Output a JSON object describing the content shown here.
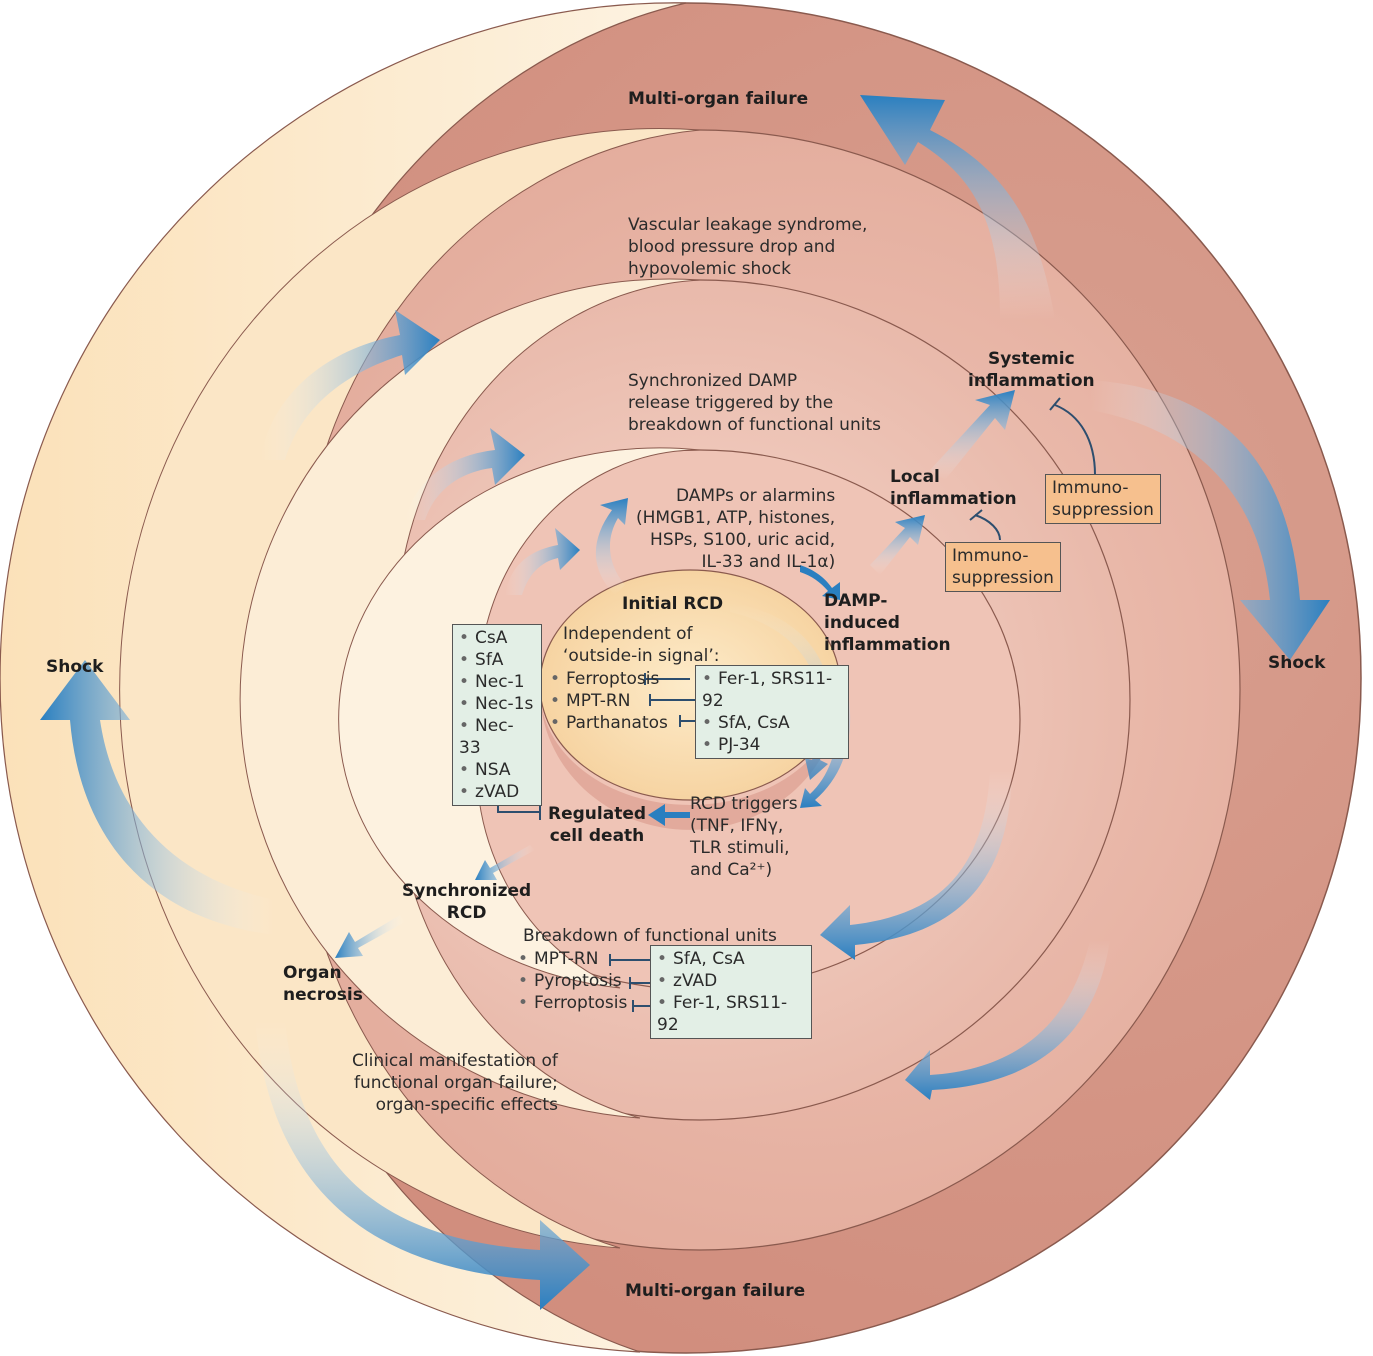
{
  "colors": {
    "outer_salmon": "#d99a8a",
    "mid_salmon": "#e8b2a3",
    "cream": "#fbe3bf",
    "arrow_blue": "#2f80c0",
    "drug_box": "#e3efe6",
    "immuno_box": "#f6c08e"
  },
  "labels": {
    "multi_organ_top": "Multi-organ failure",
    "multi_organ_bottom": "Multi-organ failure",
    "shock_left": "Shock",
    "shock_right": "Shock",
    "vascular": "Vascular leakage syndrome,\nblood pressure drop and\nhypovolemic shock",
    "synchronized_damp": "Synchronized DAMP\nrelease triggered by the\nbreakdown of functional units",
    "systemic_inflammation": "Systemic\ninflammation",
    "local_inflammation": "Local\ninflammation",
    "damps": "DAMPs or alarmins\n(HMGB1, ATP, histones,\nHSPs, S100, uric acid,\nIL-33 and IL-1α)",
    "initial_rcd": "Initial RCD",
    "independent": "Independent of\n‘outside-in signal’:",
    "damp_induced": "DAMP-\ninduced\ninflammation",
    "rcd_triggers": "RCD triggers\n(TNF, IFNγ,\nTLR stimuli,\nand Ca²⁺)",
    "regulated_cell_death": "Regulated\ncell death",
    "synchronized_rcd": "Synchronized\nRCD",
    "organ_necrosis": "Organ\nnecrosis",
    "breakdown": "Breakdown of functional units",
    "clinical": "Clinical manifestation of\nfunctional organ failure;\norgan-specific effects",
    "immuno_1": "Immuno-\nsuppression",
    "immuno_2": "Immuno-\nsuppression"
  },
  "inhibitor_list": [
    "CsA",
    "SfA",
    "Nec-1",
    "Nec-1s",
    "Nec-33",
    "NSA",
    "zVAD"
  ],
  "independent_processes": [
    "Ferroptosis",
    "MPT-RN",
    "Parthanatos"
  ],
  "independent_inhibitors": [
    "Fer-1, SRS11-92",
    "SfA, CsA",
    "PJ-34"
  ],
  "breakdown_processes": [
    "MPT-RN",
    "Pyroptosis",
    "Ferroptosis"
  ],
  "breakdown_inhibitors": [
    "SfA, CsA",
    "zVAD",
    "Fer-1, SRS11-92"
  ]
}
